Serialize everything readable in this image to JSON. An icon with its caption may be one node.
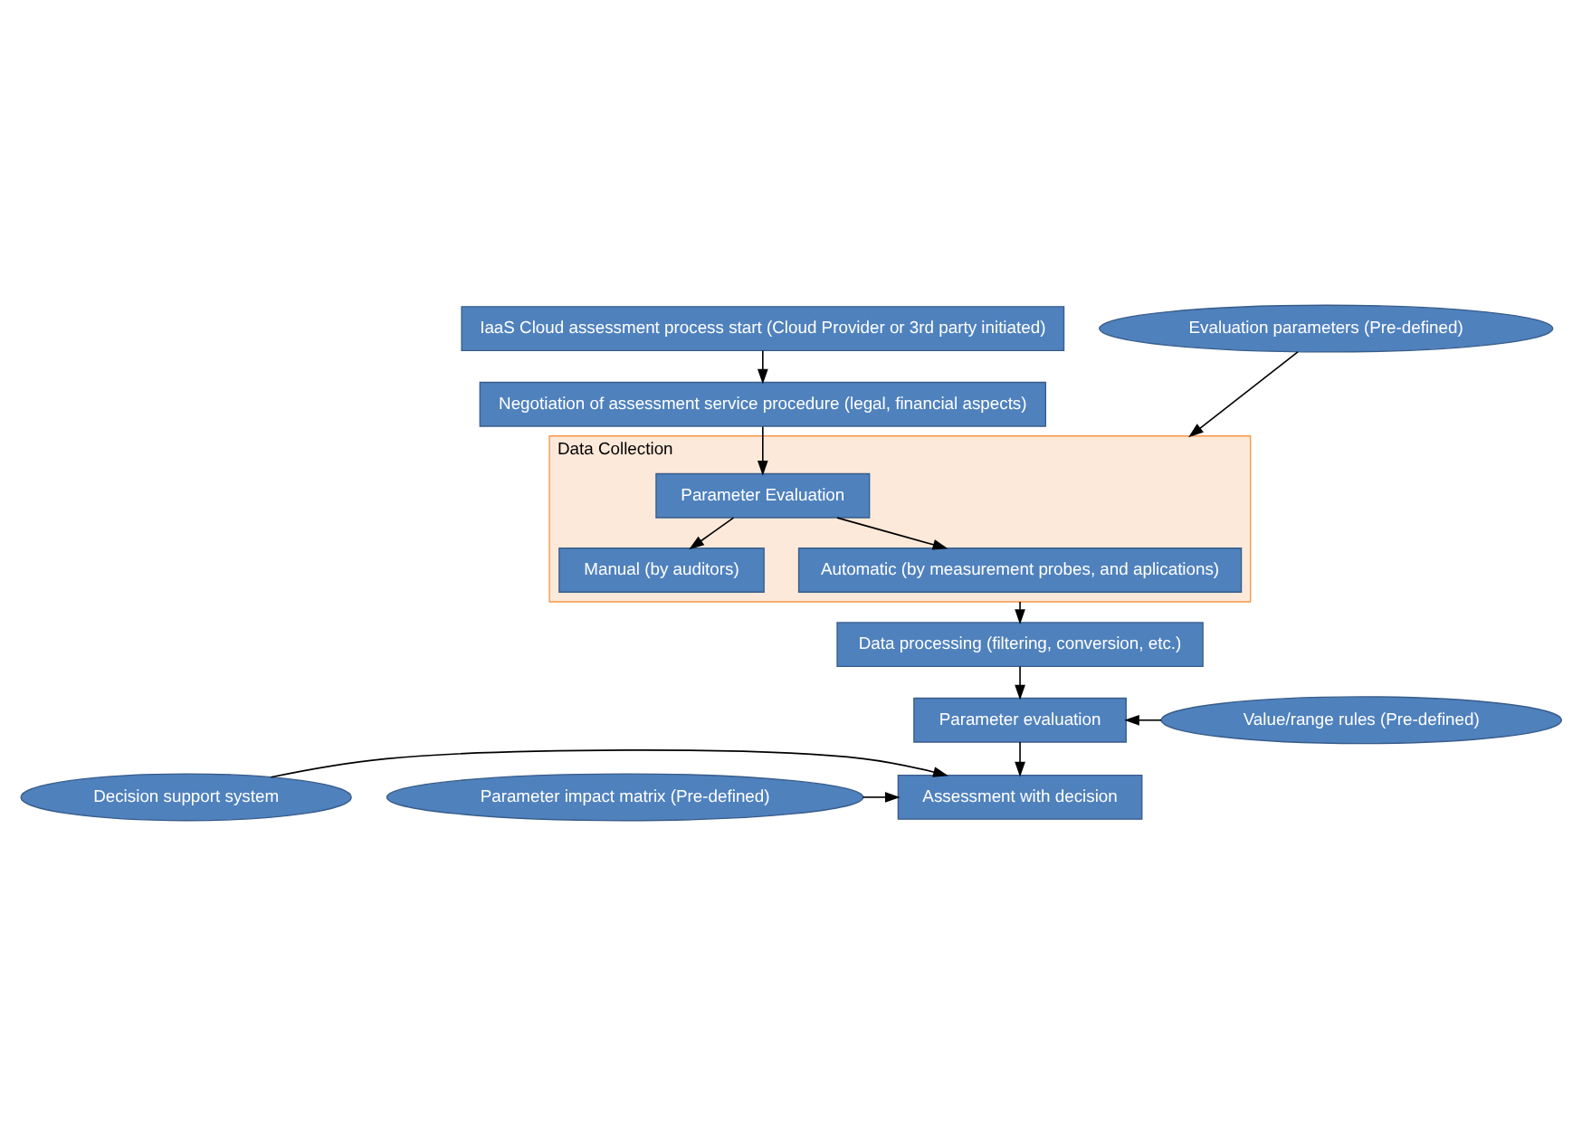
{
  "diagram": {
    "nodes": [
      {
        "text": [
          "IaaS Cloud assessment process start (Cloud Provider or 3rd party initiated)"
        ]
      },
      {
        "text": [
          "Negotiation of assessment service procedure (legal, financial aspects)"
        ]
      },
      {
        "text": [
          "Data Collection"
        ]
      },
      {
        "text": [
          "Parameter Evaluation"
        ],
        "in": 2
      },
      {
        "text": [
          "Manual (by auditors)"
        ],
        "in": 2
      },
      {
        "text": [
          "Automatic (by measurement probes, and aplications)"
        ],
        "in": 2
      },
      {
        "text": [
          "Evaluation parameters (Pre-defined)"
        ]
      },
      {
        "text": [
          "Data processing (filtering, conversion, etc.)"
        ]
      },
      {
        "text": [
          "Parameter evaluation"
        ]
      },
      {
        "text": [
          "Value/range rules (Pre-defined)"
        ]
      },
      {
        "text": [
          "Decision support system"
        ]
      },
      {
        "text": [
          "Assessment with decision"
        ]
      },
      {
        "text": [
          "Parameter impact matrix (Pre-defined)"
        ]
      }
    ],
    "edges": [
      {
        "from": 0,
        "to": 1,
        "arrow": "to"
      },
      {
        "from": 1,
        "to": 3,
        "arrow": "to"
      },
      {
        "from": 3,
        "to": 4,
        "arrow": "to"
      },
      {
        "from": 3,
        "to": 5,
        "arrow": "to"
      },
      {
        "from": 6,
        "to": 2,
        "arrow": "to"
      },
      {
        "from": 2,
        "to": 7,
        "arrow": "to"
      },
      {
        "from": 7,
        "to": 8,
        "arrow": "to"
      },
      {
        "from": 9,
        "to": 8,
        "arrow": "to"
      },
      {
        "from": 8,
        "to": 11,
        "arrow": "to"
      },
      {
        "from": 10,
        "to": 11,
        "arrow": "to"
      },
      {
        "from": 12,
        "to": 11,
        "arrow": "to"
      }
    ]
  }
}
